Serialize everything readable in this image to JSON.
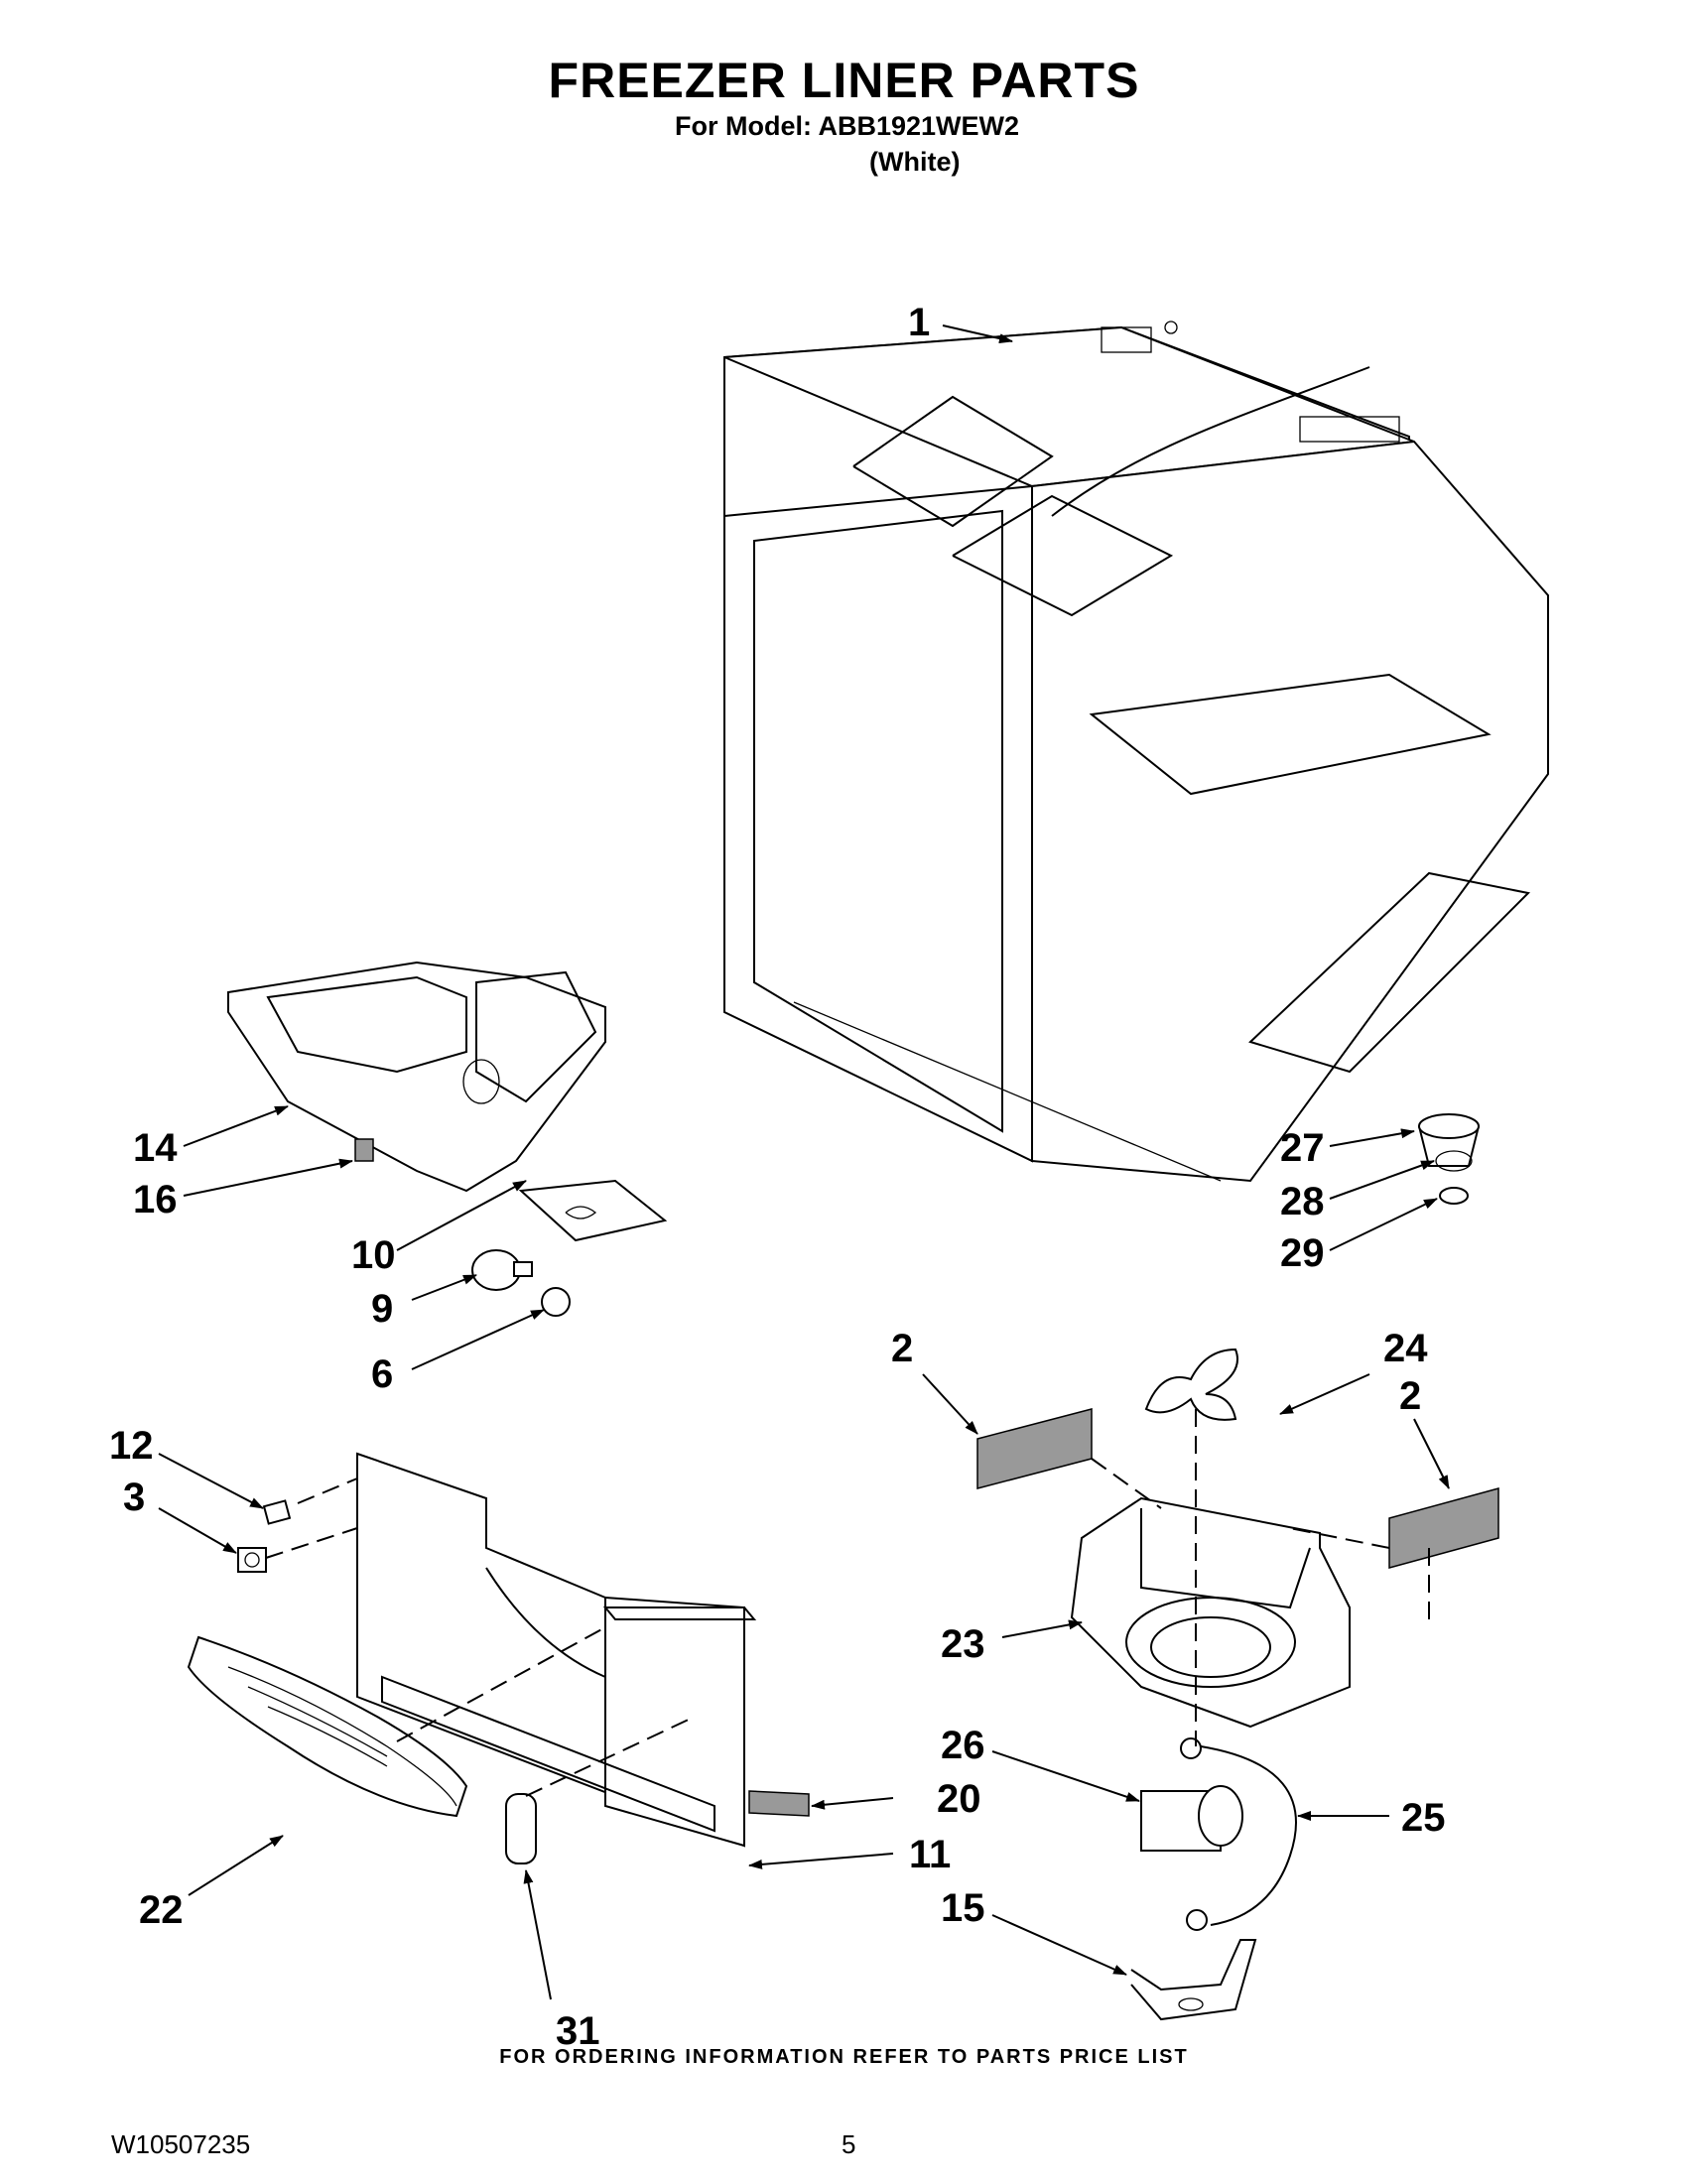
{
  "header": {
    "title": "FREEZER LINER PARTS",
    "model_line": "For Model: ABB1921WEW2",
    "color_line": "(White)"
  },
  "callouts": [
    {
      "id": "c1",
      "label": "1"
    },
    {
      "id": "c14",
      "label": "14"
    },
    {
      "id": "c16",
      "label": "16"
    },
    {
      "id": "c10",
      "label": "10"
    },
    {
      "id": "c9",
      "label": "9"
    },
    {
      "id": "c6",
      "label": "6"
    },
    {
      "id": "c27",
      "label": "27"
    },
    {
      "id": "c28",
      "label": "28"
    },
    {
      "id": "c29",
      "label": "29"
    },
    {
      "id": "c2a",
      "label": "2"
    },
    {
      "id": "c24",
      "label": "24"
    },
    {
      "id": "c2b",
      "label": "2"
    },
    {
      "id": "c12",
      "label": "12"
    },
    {
      "id": "c3",
      "label": "3"
    },
    {
      "id": "c23",
      "label": "23"
    },
    {
      "id": "c26",
      "label": "26"
    },
    {
      "id": "c20",
      "label": "20"
    },
    {
      "id": "c25",
      "label": "25"
    },
    {
      "id": "c11",
      "label": "11"
    },
    {
      "id": "c15",
      "label": "15"
    },
    {
      "id": "c22",
      "label": "22"
    },
    {
      "id": "c31",
      "label": "31"
    }
  ],
  "footer": {
    "note": "FOR ORDERING INFORMATION REFER TO PARTS PRICE LIST",
    "doc_number": "W10507235",
    "page_number": "5"
  }
}
